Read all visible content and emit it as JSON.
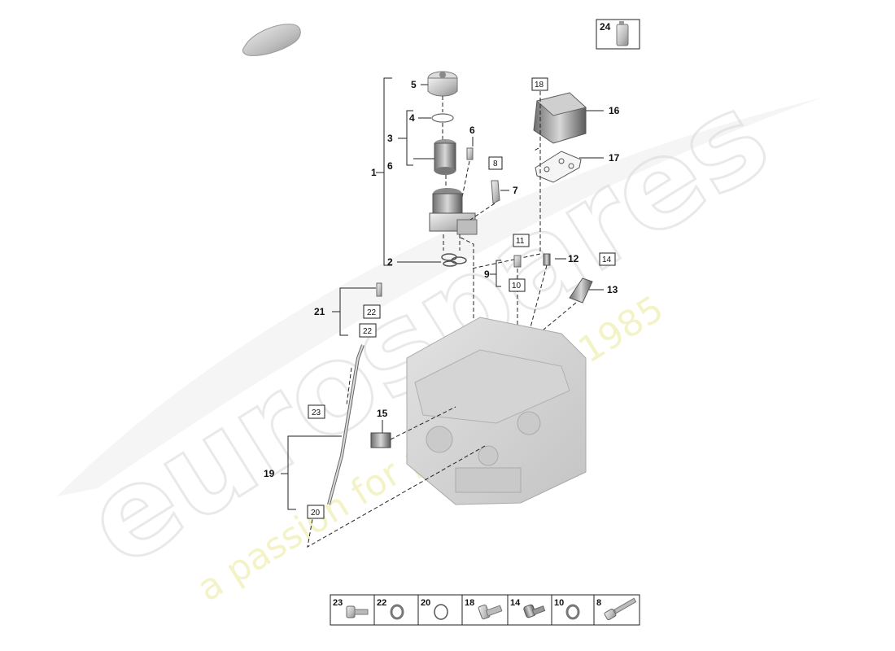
{
  "watermark": {
    "brand": "eurospares",
    "tagline": "a passion for parts since 1985"
  },
  "parts_box_24": {
    "number": "24",
    "icon": "oil-bottle-icon"
  },
  "callouts": {
    "c1": "1",
    "c2": "2",
    "c3": "3",
    "c4": "4",
    "c5": "5",
    "c6a": "6",
    "c6b": "6",
    "c7": "7",
    "c9": "9",
    "c12": "12",
    "c13": "13",
    "c15": "15",
    "c16": "16",
    "c17": "17",
    "c19": "19",
    "c21": "21"
  },
  "boxed_callouts": {
    "b8": "8",
    "b10": "10",
    "b11": "11",
    "b14": "14",
    "b18": "18",
    "b20": "20",
    "b22a": "22",
    "b22b": "22",
    "b23": "23"
  },
  "fastener_legend": [
    {
      "number": "23",
      "icon": "flange-bolt-icon"
    },
    {
      "number": "22",
      "icon": "sealing-ring-icon"
    },
    {
      "number": "20",
      "icon": "o-ring-icon"
    },
    {
      "number": "18",
      "icon": "hex-bolt-icon"
    },
    {
      "number": "14",
      "icon": "socket-bolt-icon"
    },
    {
      "number": "10",
      "icon": "washer-icon"
    },
    {
      "number": "8",
      "icon": "long-bolt-icon"
    }
  ]
}
